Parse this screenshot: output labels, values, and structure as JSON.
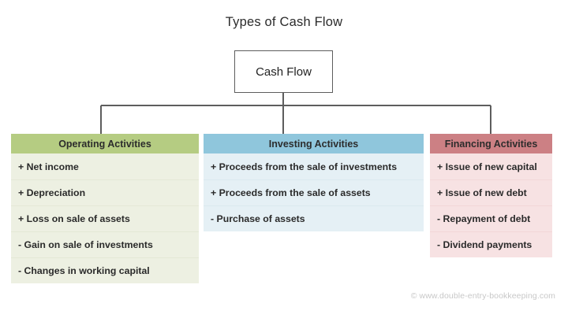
{
  "title": "Types of Cash Flow",
  "root": {
    "label": "Cash Flow"
  },
  "columns": [
    {
      "key": "operating",
      "header": "Operating Activities",
      "header_color": "#b5cc82",
      "body_color": "#edf0e2",
      "items": [
        "+ Net income",
        "+ Depreciation",
        "+ Loss on sale of assets",
        "- Gain on sale of investments",
        "- Changes in working capital"
      ]
    },
    {
      "key": "investing",
      "header": "Investing Activities",
      "header_color": "#8fc6dc",
      "body_color": "#e5f0f5",
      "items": [
        "+ Proceeds from the sale of investments",
        "+ Proceeds from the sale of assets",
        "- Purchase of assets"
      ]
    },
    {
      "key": "financing",
      "header": "Financing Activities",
      "header_color": "#cc8084",
      "body_color": "#f7e2e3",
      "items": [
        "+ Issue of new capital",
        "+ Issue of new debt",
        "- Repayment of debt",
        "- Dividend payments"
      ]
    }
  ],
  "footer": "© www.double-entry-bookkeeping.com",
  "connector_color": "#5d5d5d"
}
